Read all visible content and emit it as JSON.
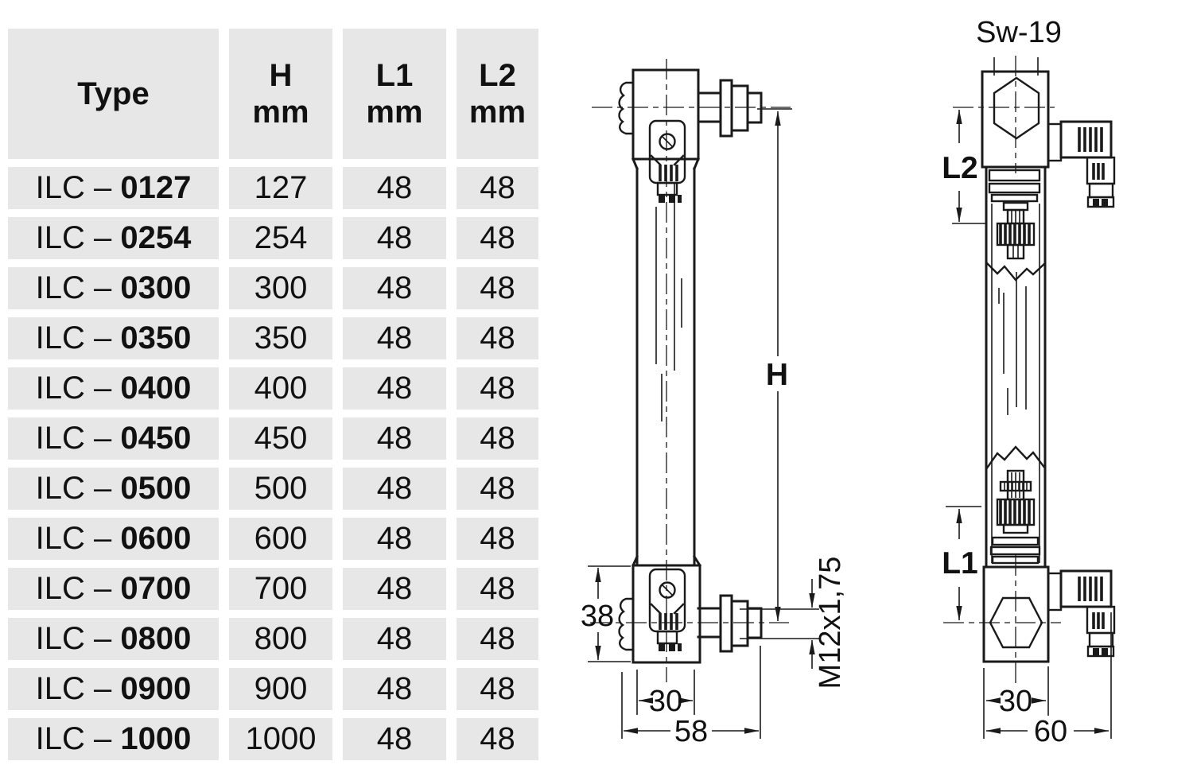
{
  "colors": {
    "page_bg": "#ffffff",
    "cell_bg": "#e7e7e7",
    "line": "#1a1a1a",
    "text": "#111111"
  },
  "table": {
    "header": {
      "type": "Type",
      "h": "H",
      "l1": "L1",
      "l2": "L2",
      "unit": "mm"
    },
    "rows": [
      {
        "prefix": "ILC – ",
        "code": "0127",
        "h": "127",
        "l1": "48",
        "l2": "48"
      },
      {
        "prefix": "ILC – ",
        "code": "0254",
        "h": "254",
        "l1": "48",
        "l2": "48"
      },
      {
        "prefix": "ILC – ",
        "code": "0300",
        "h": "300",
        "l1": "48",
        "l2": "48"
      },
      {
        "prefix": "ILC – ",
        "code": "0350",
        "h": "350",
        "l1": "48",
        "l2": "48"
      },
      {
        "prefix": "ILC – ",
        "code": "0400",
        "h": "400",
        "l1": "48",
        "l2": "48"
      },
      {
        "prefix": "ILC – ",
        "code": "0450",
        "h": "450",
        "l1": "48",
        "l2": "48"
      },
      {
        "prefix": "ILC – ",
        "code": "0500",
        "h": "500",
        "l1": "48",
        "l2": "48"
      },
      {
        "prefix": "ILC – ",
        "code": "0600",
        "h": "600",
        "l1": "48",
        "l2": "48"
      },
      {
        "prefix": "ILC – ",
        "code": "0700",
        "h": "700",
        "l1": "48",
        "l2": "48"
      },
      {
        "prefix": "ILC – ",
        "code": "0800",
        "h": "800",
        "l1": "48",
        "l2": "48"
      },
      {
        "prefix": "ILC – ",
        "code": "0900",
        "h": "900",
        "l1": "48",
        "l2": "48"
      },
      {
        "prefix": "ILC – ",
        "code": "1000",
        "h": "1000",
        "l1": "48",
        "l2": "48"
      }
    ]
  },
  "side_view": {
    "dim_height": "H",
    "dim_38": "38",
    "dim_30": "30",
    "dim_58": "58",
    "dim_thread": "M12x1,75"
  },
  "front_view": {
    "label_wrench": "Sw-19",
    "dim_l2": "L2",
    "dim_l1": "L1",
    "dim_30": "30",
    "dim_60": "60"
  }
}
